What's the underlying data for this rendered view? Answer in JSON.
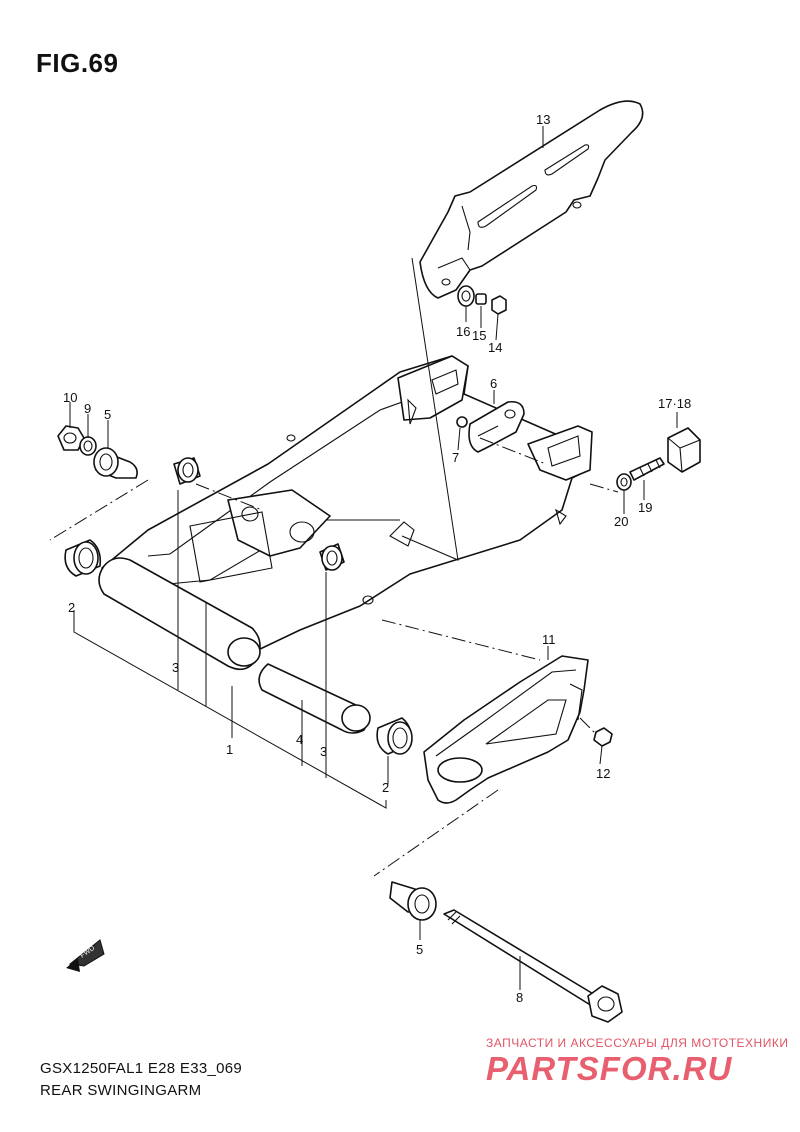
{
  "figure": {
    "title": "FIG.69"
  },
  "captions": {
    "model": "GSX1250FAL1 E28 E33_069",
    "name": "REAR SWINGINGARM"
  },
  "fwd_marker": {
    "label": "FWD",
    "icon": "fwd-arrow-icon"
  },
  "watermark": {
    "tagline": "ЗАПЧАСТИ И АКСЕССУАРЫ ДЛЯ МОТОТЕХНИКИ",
    "brand": "PARTSFOR.RU",
    "color": "#e8606f"
  },
  "callouts": [
    {
      "id": "c13",
      "label": "13"
    },
    {
      "id": "c16",
      "label": "16"
    },
    {
      "id": "c15",
      "label": "15"
    },
    {
      "id": "c14",
      "label": "14"
    },
    {
      "id": "c10",
      "label": "10"
    },
    {
      "id": "c9",
      "label": "9"
    },
    {
      "id": "c5a",
      "label": "5"
    },
    {
      "id": "c6",
      "label": "6"
    },
    {
      "id": "c7",
      "label": "7"
    },
    {
      "id": "c1718",
      "label": "17·18"
    },
    {
      "id": "c20",
      "label": "20"
    },
    {
      "id": "c19",
      "label": "19"
    },
    {
      "id": "c2a",
      "label": "2"
    },
    {
      "id": "c3a",
      "label": "3"
    },
    {
      "id": "c11",
      "label": "11"
    },
    {
      "id": "c1",
      "label": "1"
    },
    {
      "id": "c4",
      "label": "4"
    },
    {
      "id": "c3b",
      "label": "3"
    },
    {
      "id": "c12",
      "label": "12"
    },
    {
      "id": "c2b",
      "label": "2"
    },
    {
      "id": "c5b",
      "label": "5"
    },
    {
      "id": "c8",
      "label": "8"
    }
  ]
}
